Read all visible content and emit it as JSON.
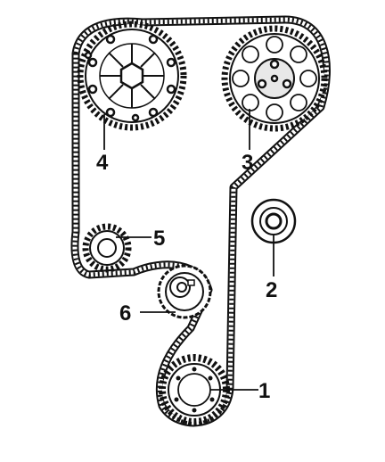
{
  "colors": {
    "ink": "#111111",
    "paper": "#ffffff",
    "hub": "#e8e8e8"
  },
  "components": [
    {
      "label": "1",
      "kind": "crankshaft-sprocket"
    },
    {
      "label": "2",
      "kind": "idler-pulley"
    },
    {
      "label": "3",
      "kind": "exhaust-camshaft-sprocket"
    },
    {
      "label": "4",
      "kind": "intake-camshaft-sprocket"
    },
    {
      "label": "5",
      "kind": "water-pump-sprocket"
    },
    {
      "label": "6",
      "kind": "tensioner-pulley"
    }
  ]
}
